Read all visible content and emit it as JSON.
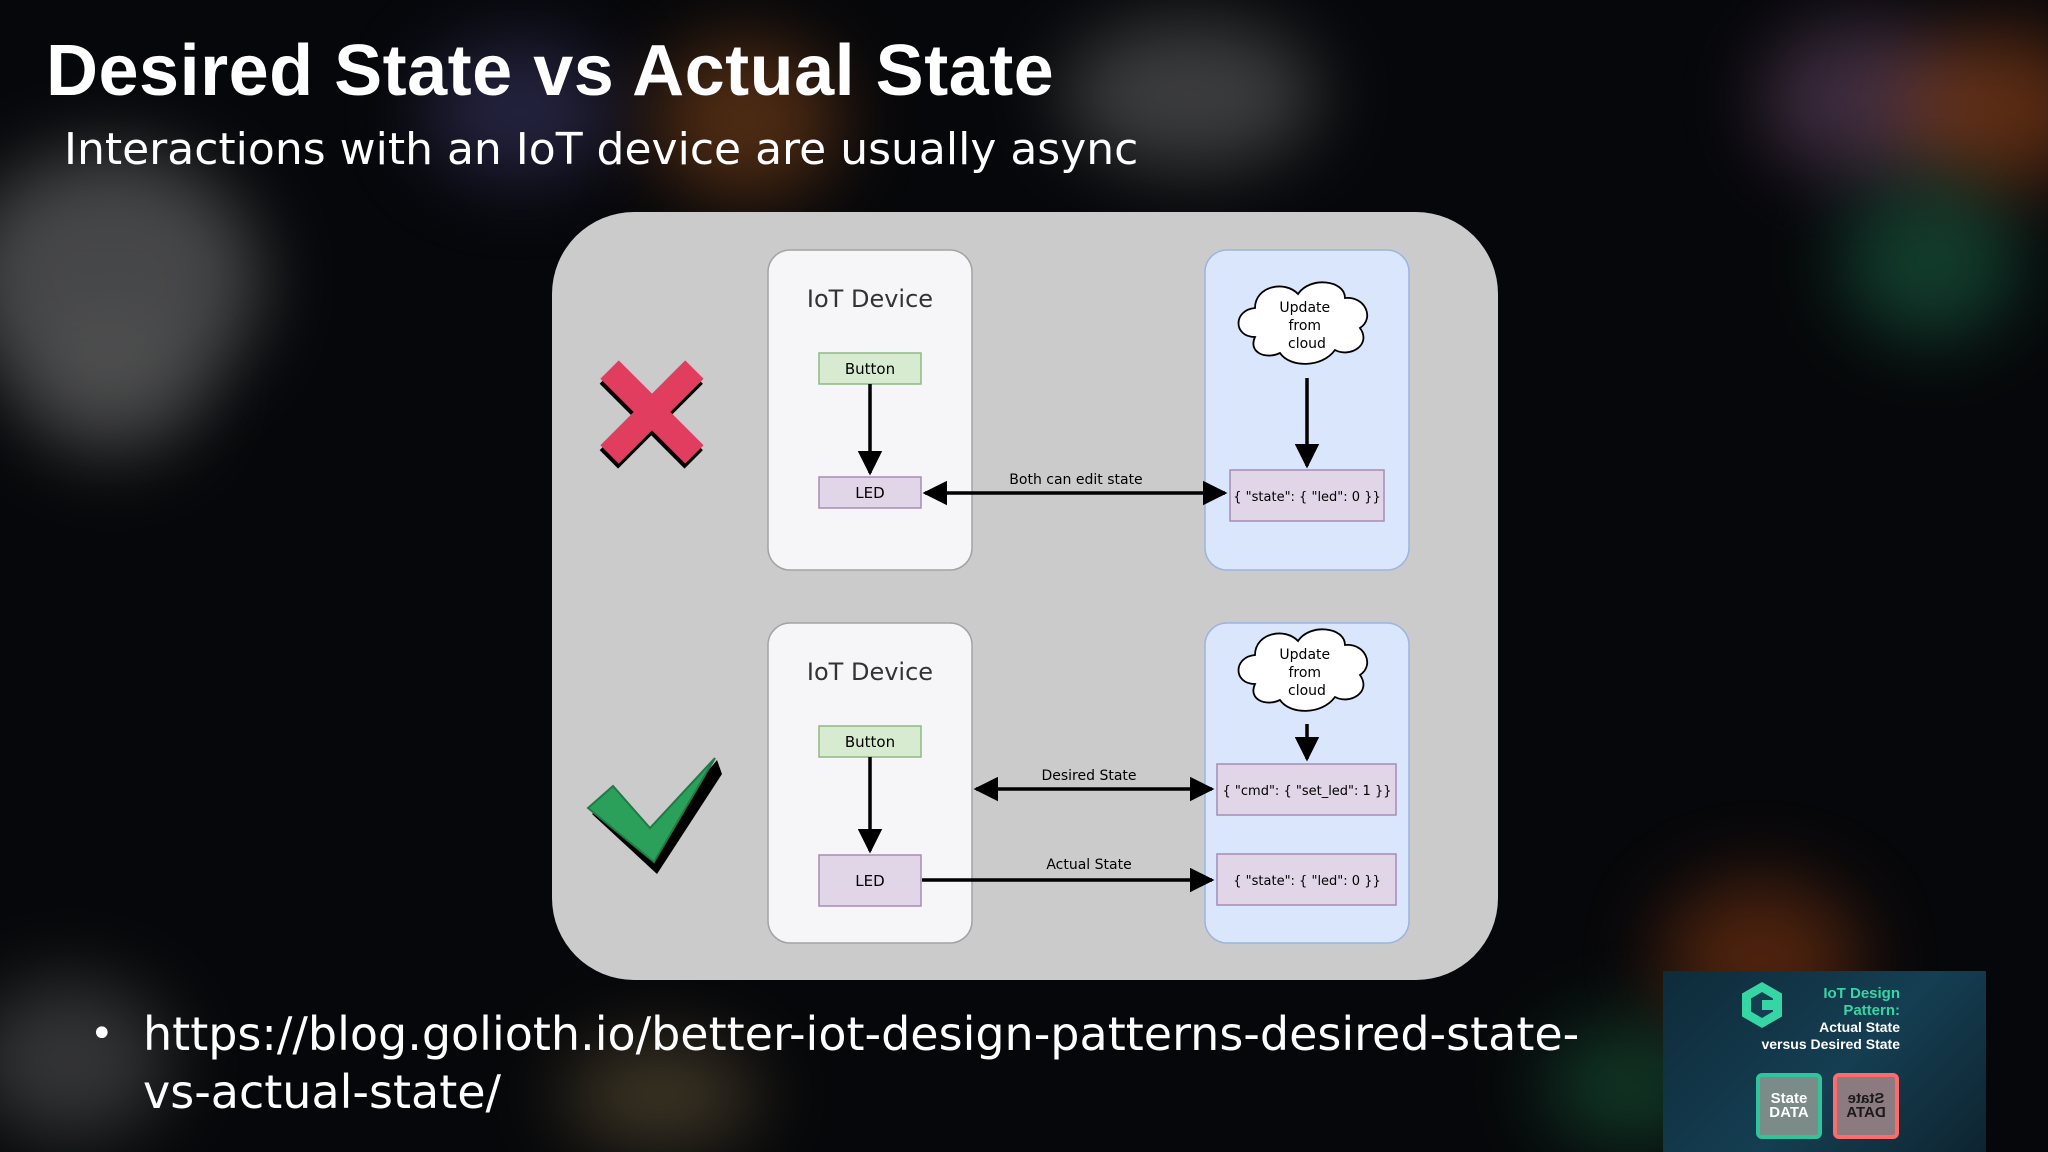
{
  "slide": {
    "title": "Desired State vs Actual State",
    "subtitle": "Interactions with an IoT device are usually async",
    "bullet": "https://blog.golioth.io/better-iot-design-patterns-desired-state-vs-actual-state/"
  },
  "diagram": {
    "bad": {
      "device_title": "IoT Device",
      "button_label": "Button",
      "led_label": "LED",
      "cloud_label": [
        "Update",
        "from",
        "cloud"
      ],
      "state_label": "{ \"state\": { \"led\": 0 }}",
      "edge_label": "Both can edit state"
    },
    "good": {
      "device_title": "IoT Device",
      "button_label": "Button",
      "led_label": "LED",
      "cloud_label": [
        "Update",
        "from",
        "cloud"
      ],
      "cmd_label": "{ \"cmd\": { \"set_led\": 1 }}",
      "state_label": "{ \"state\": { \"led\": 0 }}",
      "desired_label": "Desired State",
      "actual_label": "Actual State"
    },
    "colors": {
      "panel_bg": "#cbcbcb",
      "device_bg": "#f6f5f8",
      "cloud_panel_bg": "#dae6fb",
      "button_fill": "#d7ebd1",
      "led_fill": "#e1d5e8",
      "cross": "#e03d5f",
      "check": "#2aa05a"
    }
  },
  "thumbnail": {
    "line1": "IoT Design",
    "line2": "Pattern:",
    "line3": "Actual State",
    "line4": "versus Desired State",
    "chip_a_line1": "State",
    "chip_a_line2": "DATA",
    "chip_b_line1": "State",
    "chip_b_line2": "DATA",
    "brand_color": "#35d6a4"
  }
}
